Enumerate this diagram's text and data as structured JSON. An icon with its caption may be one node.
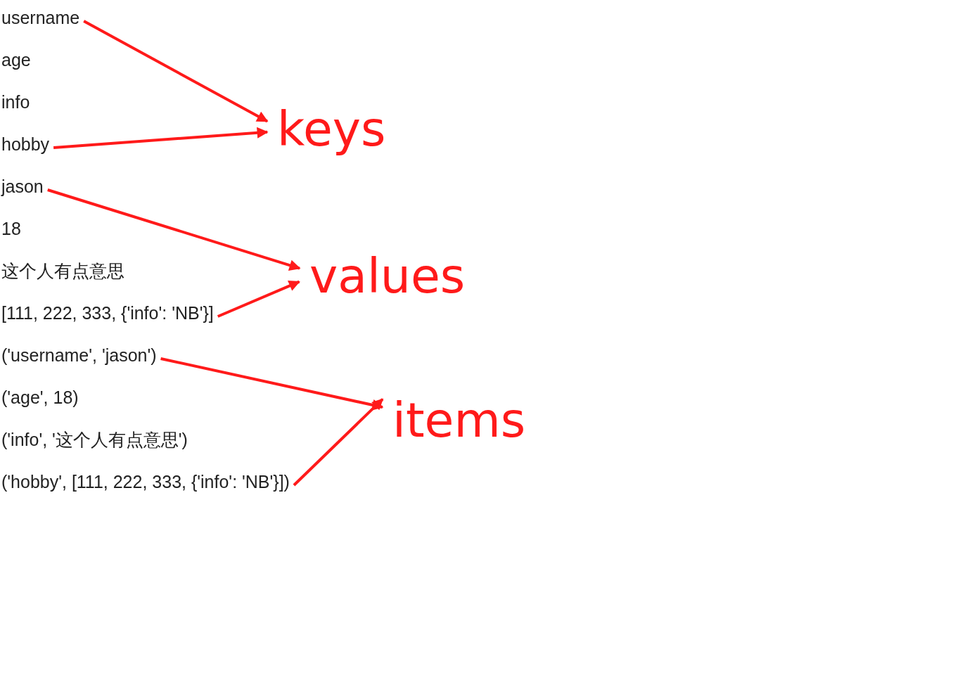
{
  "diagram": {
    "nodes": [
      {
        "text": [
          "username"
        ]
      },
      {
        "text": [
          "age"
        ]
      },
      {
        "text": [
          "info"
        ]
      },
      {
        "text": [
          "hobby"
        ]
      },
      {
        "text": [
          "jason"
        ]
      },
      {
        "text": [
          "18"
        ]
      },
      {
        "text": [
          "这个人有点意思"
        ]
      },
      {
        "text": [
          "[111, 222, 333, {'info': 'NB'}]"
        ]
      },
      {
        "text": [
          "('username', 'jason')"
        ]
      },
      {
        "text": [
          "('age', 18)"
        ]
      },
      {
        "text": [
          "('info', '这个人有点意思')"
        ]
      },
      {
        "text": [
          "('hobby', [111, 222, 333, {'info': 'NB'}])"
        ]
      },
      {
        "text": [
          "keys"
        ]
      },
      {
        "text": [
          "values"
        ]
      },
      {
        "text": [
          "items"
        ]
      }
    ],
    "edges": [
      {
        "from": 0,
        "to": 12,
        "arrow": "to"
      },
      {
        "from": 3,
        "to": 12,
        "arrow": "to"
      },
      {
        "from": 4,
        "to": 13,
        "arrow": "to"
      },
      {
        "from": 7,
        "to": 13,
        "arrow": "to"
      },
      {
        "from": 8,
        "to": 14,
        "arrow": "to"
      },
      {
        "from": 11,
        "to": 14,
        "arrow": "to"
      }
    ]
  }
}
